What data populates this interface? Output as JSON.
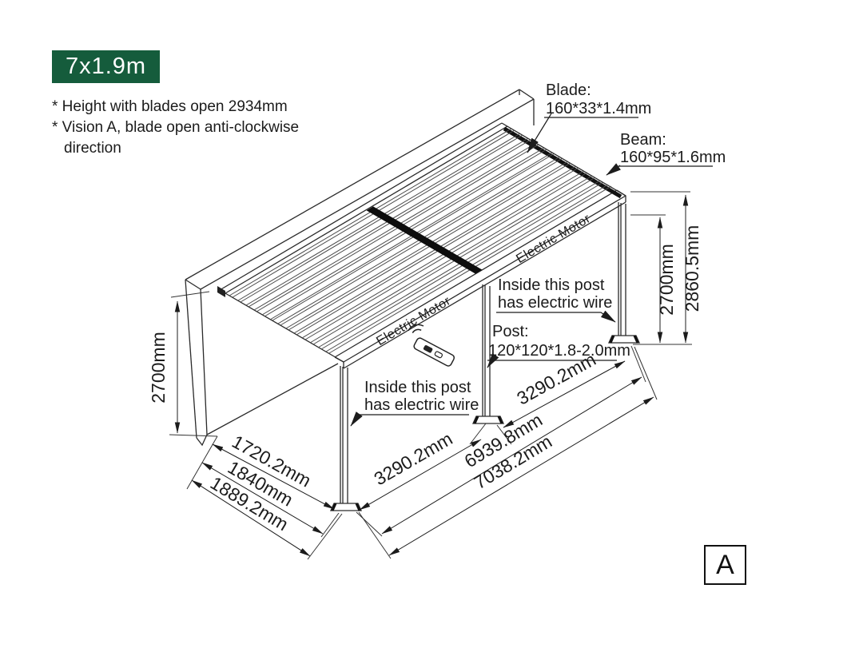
{
  "badge": {
    "label": "7x1.9m",
    "bg": "#155C3C",
    "fg": "#ffffff"
  },
  "notes": {
    "line1": "* Height with blades open 2934mm",
    "line2": "* Vision A, blade open anti-clockwise",
    "line3": "direction"
  },
  "callouts": {
    "blade": {
      "title": "Blade:",
      "spec": "160*33*1.4mm"
    },
    "beam": {
      "title": "Beam:",
      "spec": "160*95*1.6mm"
    },
    "post": {
      "title": "Post:",
      "spec": "120*120*1.8-2.0mm"
    },
    "wire_right": {
      "line1": "Inside this post",
      "line2": "has electric wire"
    },
    "wire_left": {
      "line1": "Inside this post",
      "line2": "has electric wire"
    },
    "motor_left": "Electric Motor",
    "motor_right": "Electric Motor"
  },
  "dimensions": {
    "left_height": "2700mm",
    "right_post_height": "2700mm",
    "right_total_height": "2860.5mm",
    "depth_inner": "1720.2mm",
    "depth_mid": "1840mm",
    "depth_outer": "1889.2mm",
    "bay_left": "3290.2mm",
    "bay_right": "3290.2mm",
    "length_inner": "6939.8mm",
    "length_outer": "7038.2mm"
  },
  "view_label": "A"
}
